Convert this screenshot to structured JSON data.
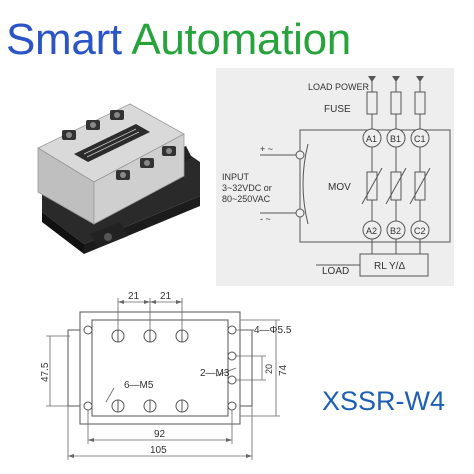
{
  "header": {
    "brand_word1": "Smart",
    "brand_word2": "Automation",
    "brand_color1": "#2b55c6",
    "brand_color2": "#27a33c"
  },
  "wiring": {
    "load_power": "LOAD POWER",
    "fuse": "FUSE",
    "mov": "MOV",
    "input_line1": "INPUT",
    "input_line2": "3~32VDC or",
    "input_line3": "80~250VAC",
    "input_plus": "+  ~",
    "input_minus": "-  ~",
    "terminals_top": [
      "A1",
      "B1",
      "C1"
    ],
    "terminals_bottom": [
      "A2",
      "B2",
      "C2"
    ],
    "load": "LOAD",
    "load_box": "RL  Y/Δ"
  },
  "dimensions": {
    "pitch_1": "21",
    "pitch_2": "21",
    "mount_holes": "4—Φ5.5",
    "screws_m3": "2—M3",
    "screws_m5": "6—M5",
    "height_outer": "47.5",
    "spacing_20": "20",
    "height_74": "74",
    "width_92": "92",
    "width_105": "105"
  },
  "model": "XSSR-W4"
}
